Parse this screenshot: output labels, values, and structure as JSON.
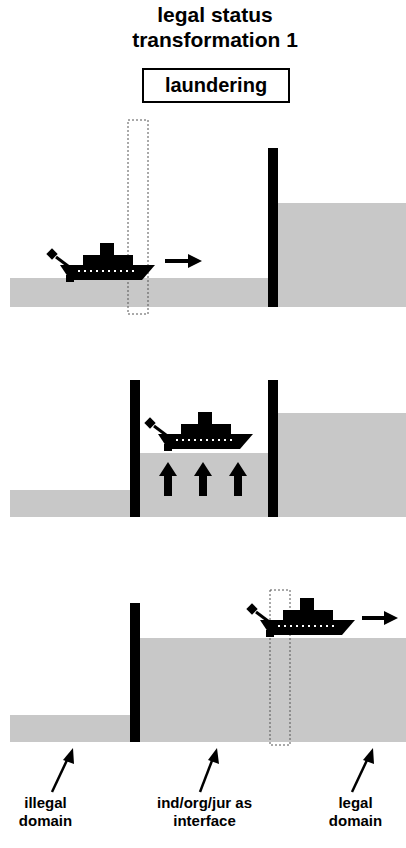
{
  "diagram": {
    "title": "legal status transformation 1",
    "nodes": [
      {
        "text": [
          "laundering"
        ]
      }
    ],
    "labels": [
      "illegal domain",
      "ind/org/jur as interface",
      "legal domain"
    ]
  }
}
